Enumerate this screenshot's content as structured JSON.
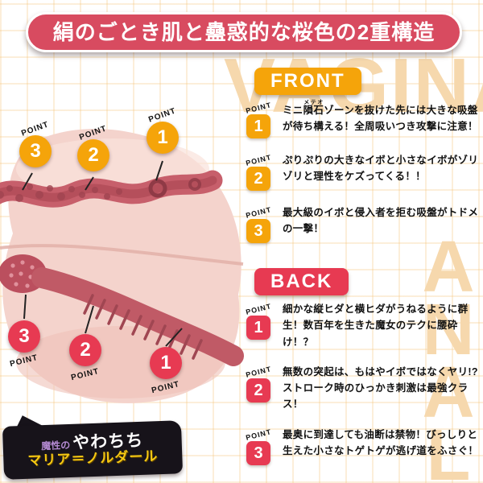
{
  "title": "絹のごとき肌と蠱惑的な桜色の2重構造",
  "bg": {
    "word_top": "VAGINA",
    "word_side": "ANAL"
  },
  "colors": {
    "title_red": "#d84b60",
    "front_orange": "#f5a40a",
    "back_red": "#e73a52",
    "grid_peach": "#f6c478",
    "flesh_pink": "#f4d3cc",
    "tunnel_pink": "#c75f6b"
  },
  "front": {
    "label": "FRONT",
    "points": [
      {
        "tag": "POINT",
        "num": "1",
        "pre": "ミニ",
        "ruby_base": "隕石",
        "ruby_rt": "メテオ",
        "post": "ゾーンを抜けた先には大きな吸盤が待ち構える！全周吸いつき攻撃に注意！"
      },
      {
        "tag": "POINT",
        "num": "2",
        "text": "ぷりぷりの大きなイボと小さなイボがゾリゾリと理性をケズってくる！！"
      },
      {
        "tag": "POINT",
        "num": "3",
        "text": "最大級のイボと侵入者を拒む吸盤がトドメの一撃！"
      }
    ]
  },
  "back": {
    "label": "BACK",
    "points": [
      {
        "tag": "POINT",
        "num": "1",
        "text": "細かな縦ヒダと横ヒダがうねるように群生！数百年を生きた魔女のテクに腰砕け！？"
      },
      {
        "tag": "POINT",
        "num": "2",
        "text": "無数の突起は、もはやイボではなくヤリ!?ストローク時のひっかき刺激は最強クラス！"
      },
      {
        "tag": "POINT",
        "num": "3",
        "text": "最奥に到達しても油断は禁物！びっしりと生えた小さなトゲトゲが逃げ道をふさぐ！"
      }
    ]
  },
  "diagram": {
    "front_markers": [
      {
        "tag": "POINT",
        "num": "3"
      },
      {
        "tag": "POINT",
        "num": "2"
      },
      {
        "tag": "POINT",
        "num": "1"
      }
    ],
    "back_markers": [
      {
        "tag": "POINT",
        "num": "3"
      },
      {
        "tag": "POINT",
        "num": "2"
      },
      {
        "tag": "POINT",
        "num": "1"
      }
    ]
  },
  "logo": {
    "prefix": "魔性の",
    "brand": "やわちち",
    "name": "マリア＝ノルダール"
  }
}
